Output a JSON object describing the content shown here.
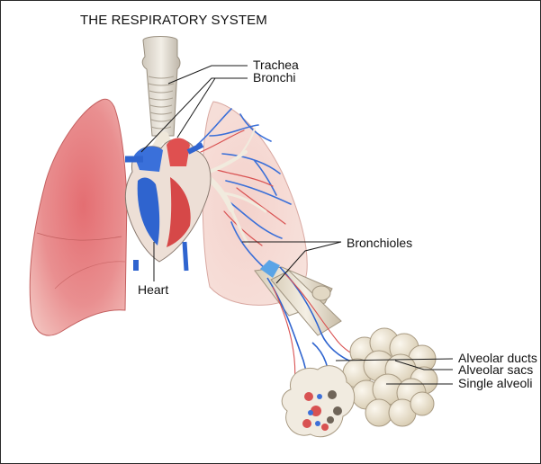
{
  "figure": {
    "title": "THE RESPIRATORY SYSTEM",
    "labels": {
      "trachea": "Trachea",
      "bronchi": "Bronchi",
      "bronchioles": "Bronchioles",
      "heart": "Heart",
      "alveolar_ducts": "Alveolar ducts",
      "alveolar_sacs": "Alveolar sacs",
      "single_alveoli": "Single alveoli"
    }
  },
  "colors": {
    "lung_pink": "#e8a3a0",
    "lung_dark": "#c9595a",
    "vein_blue": "#2f6bd6",
    "artery_red": "#d64545",
    "airway_cream": "#e8ddc8",
    "alveoli_cream": "#eee6d2"
  }
}
